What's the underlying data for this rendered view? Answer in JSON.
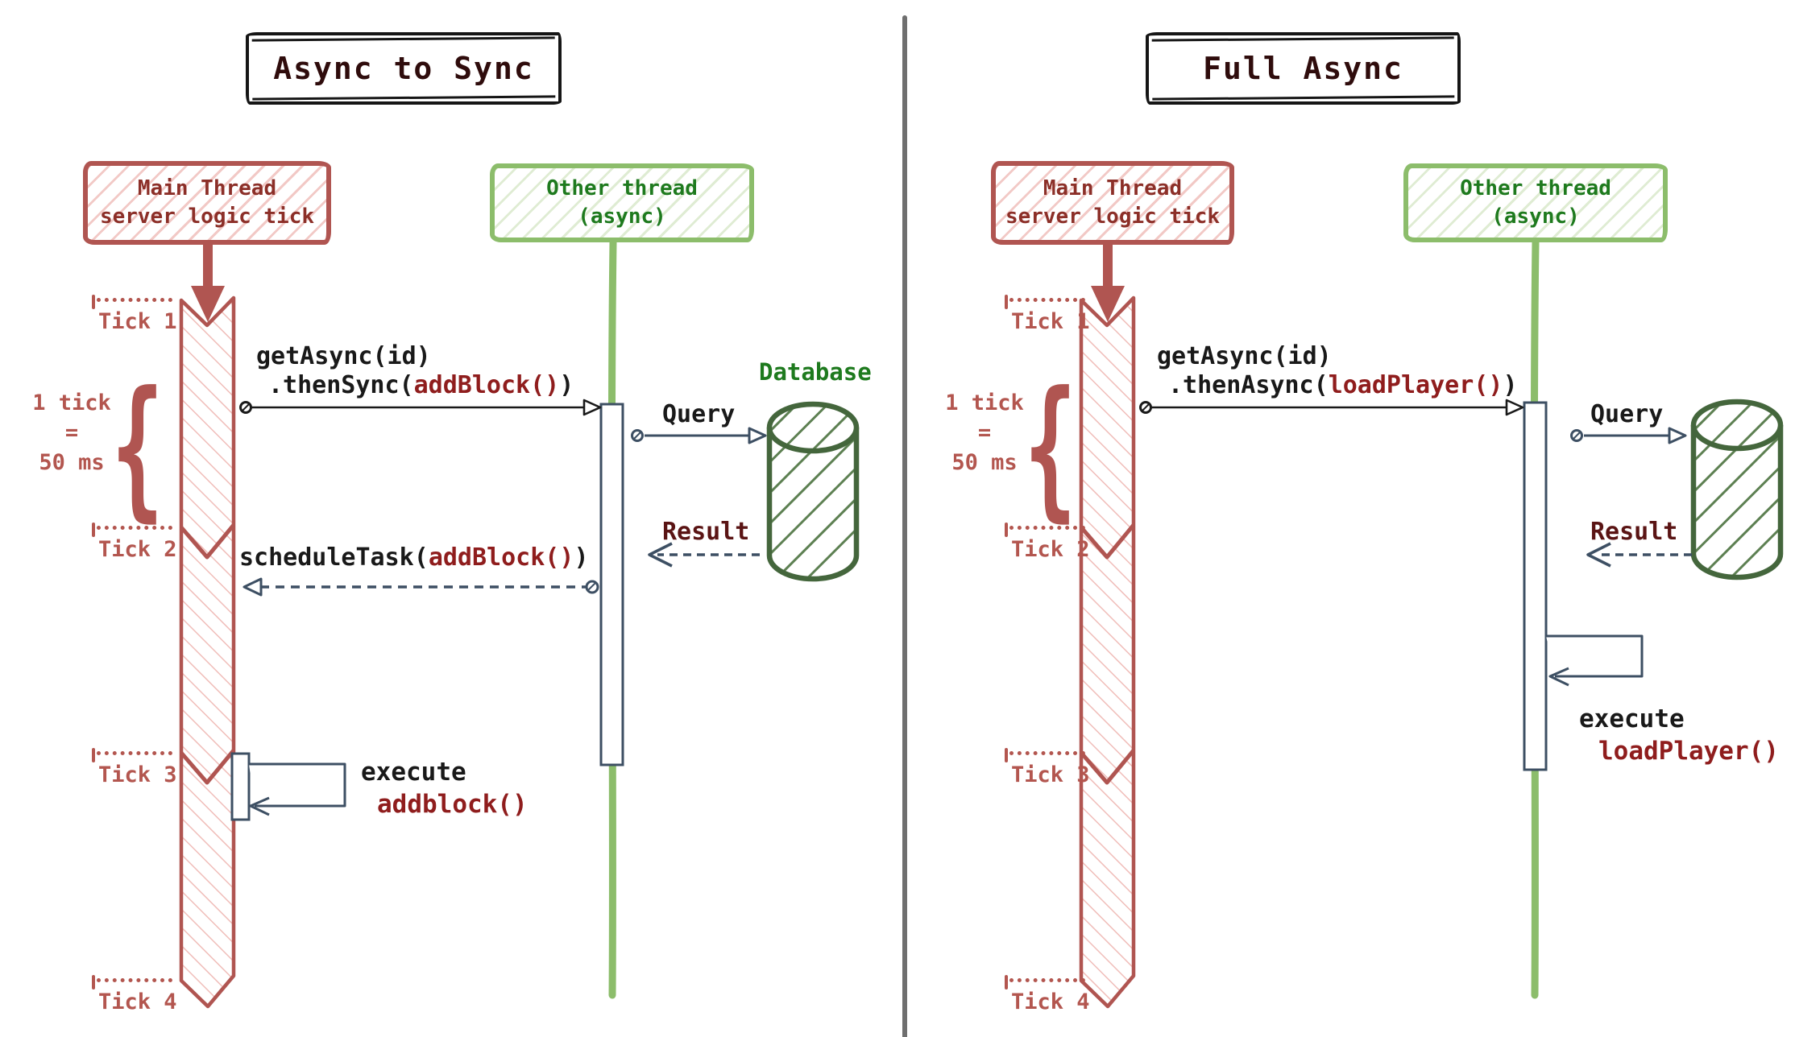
{
  "diagram_type": "sequence-diagram-comparison",
  "palette": {
    "red_border": "#b05551",
    "red_text": "#8c2f28",
    "red_hatch": "#f0bdb9",
    "tick_red": "#b3564f",
    "green_border": "#8cbd6b",
    "green_text": "#1e7a1e",
    "green_dark": "#44663c",
    "slate": "#3d4f63",
    "code_black": "#191919",
    "code_red": "#8f1d1d",
    "result_maroon": "#5a1414",
    "divider_gray": "#6f6f6f"
  },
  "panels": {
    "left": {
      "title": "Async to Sync",
      "main_thread": {
        "line1": "Main Thread",
        "line2": "server logic tick"
      },
      "other_thread": {
        "line1": "Other thread",
        "line2": "(async)"
      },
      "call_line1": "getAsync(id)",
      "call_line2": {
        "pre": ".thenSync(",
        "fn": "addBlock()",
        "post": ")"
      },
      "schedule": {
        "pre": "scheduleTask(",
        "fn": "addBlock()",
        "post": ")"
      },
      "execute": {
        "line1": "execute",
        "line2": "addblock()"
      },
      "query_label": "Query",
      "result_label": "Result",
      "database_label": "Database",
      "ticks": [
        "Tick 1",
        "Tick 2",
        "Tick 3",
        "Tick 4"
      ],
      "tick_note": {
        "line1": "1 tick",
        "line2": "=",
        "line3": "50 ms"
      }
    },
    "right": {
      "title": "Full Async",
      "main_thread": {
        "line1": "Main Thread",
        "line2": "server logic tick"
      },
      "other_thread": {
        "line1": "Other thread",
        "line2": "(async)"
      },
      "call_line1": "getAsync(id)",
      "call_line2": {
        "pre": ".thenAsync(",
        "fn": "loadPlayer()",
        "post": ")"
      },
      "execute": {
        "line1": "execute",
        "line2": "loadPlayer()"
      },
      "query_label": "Query",
      "result_label": "Result",
      "ticks": [
        "Tick 1",
        "Tick 2",
        "Tick 3",
        "Tick 4"
      ],
      "tick_note": {
        "line1": "1 tick",
        "line2": "=",
        "line3": "50 ms"
      }
    }
  }
}
